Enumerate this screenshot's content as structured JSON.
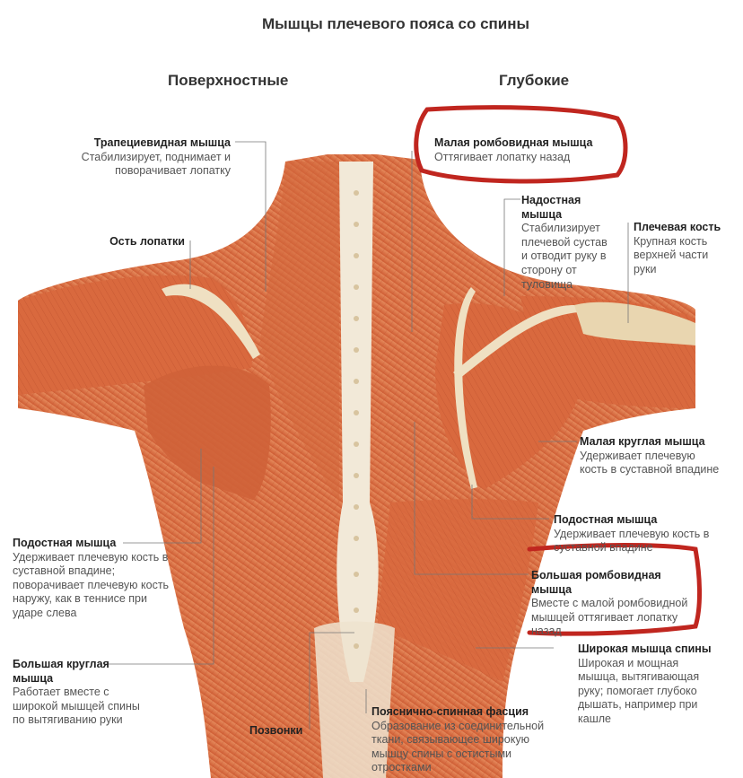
{
  "title": "Мышцы плечевого пояса со спины",
  "columns": {
    "left": "Поверхностные",
    "right": "Глубокие"
  },
  "labels": {
    "trapezius": {
      "name": "Трапециевидная мышца",
      "desc": "Стабилизирует, поднимает и поворачивает лопатку"
    },
    "scapular_spine": {
      "name": "Ость лопатки"
    },
    "infraspinatus_left": {
      "name": "Подостная мышца",
      "desc": "Удерживает плечевую кость в суставной впадине; поворачивает плечевую кость наружу, как в теннисе при ударе слева"
    },
    "teres_major": {
      "name": "Большая круглая мышца",
      "desc": "Работает вместе с широкой мышцей спины по вытягиванию руки"
    },
    "vertebrae": {
      "name": "Позвонки"
    },
    "thoracolumbar_fascia": {
      "name": "Пояснично-спинная фасция",
      "desc": "Образование из соединительной ткани, связывающее широкую мышцу спины с остистыми отростками"
    },
    "rhomboid_minor": {
      "name": "Малая ромбовидная мышца",
      "desc": "Оттягивает лопатку назад"
    },
    "supraspinatus": {
      "name": "Надостная мышца",
      "desc": "Стабилизирует плечевой сустав и отводит руку в сторону от туловища"
    },
    "humerus": {
      "name": "Плечевая кость",
      "desc": "Крупная кость верхней части руки"
    },
    "teres_minor": {
      "name": "Малая круглая мышца",
      "desc": "Удерживает плечевую кость в суставной впадине"
    },
    "infraspinatus_right": {
      "name": "Подостная мышца",
      "desc": "Удерживает плечевую кость в суставной впадине"
    },
    "rhomboid_major": {
      "name": "Большая ромбовидная мышца",
      "desc": "Вместе с малой ромбовидной мышцей оттягивает лопатку назад"
    },
    "latissimus": {
      "name": "Широкая мышца спины",
      "desc": "Широкая и мощная мышца, вытягивающая руку; помогает глубоко дышать, например при кашле"
    }
  },
  "colors": {
    "muscle": "#d96a3f",
    "muscle_dark": "#b84a26",
    "bone": "#efe0c2",
    "marker": "#c0261f"
  }
}
